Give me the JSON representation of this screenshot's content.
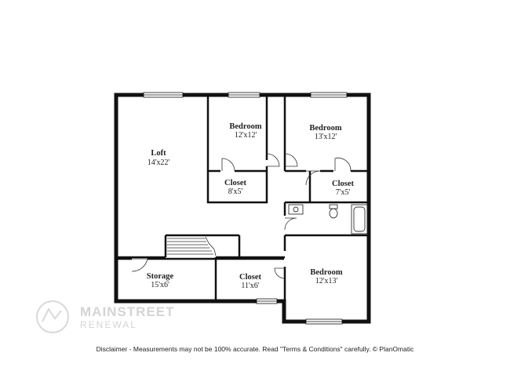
{
  "rooms": {
    "loft": {
      "name": "Loft",
      "dims": "14'x22'"
    },
    "bedroom_1": {
      "name": "Bedroom",
      "dims": "12'x12'"
    },
    "bedroom_2": {
      "name": "Bedroom",
      "dims": "13'x12'"
    },
    "closet_1": {
      "name": "Closet",
      "dims": "8'x5'"
    },
    "closet_2": {
      "name": "Closet",
      "dims": "7'x5'"
    },
    "storage": {
      "name": "Storage",
      "dims": "15'x6'"
    },
    "closet_3": {
      "name": "Closet",
      "dims": "11'x6'"
    },
    "bedroom_3": {
      "name": "Bedroom",
      "dims": "12'x13'"
    }
  },
  "watermark": {
    "brand": "MAINSTREET",
    "sub": "RENEWAL"
  },
  "disclaimer": "Disclaimer - Measurements may not be 100% accurate. Read \"Terms & Conditions\" carefully. © PlanOmatic"
}
